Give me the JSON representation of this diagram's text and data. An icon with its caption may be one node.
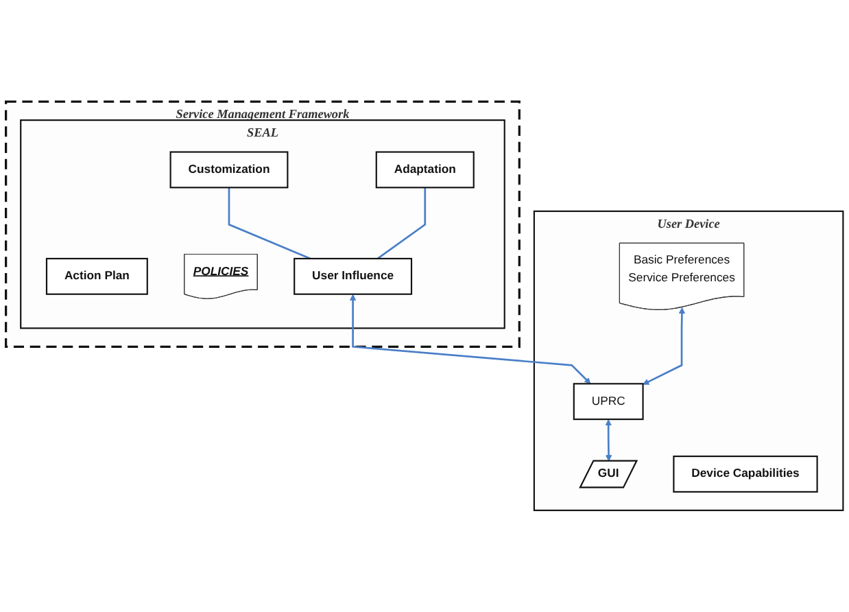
{
  "diagram": {
    "nodes": [
      {
        "text": [
          "Service Management Framework"
        ]
      },
      {
        "text": [
          "SEAL"
        ],
        "in": 0
      },
      {
        "text": [
          "Action Plan"
        ],
        "in": 1
      },
      {
        "text": [
          "POLICIES"
        ],
        "in": 1
      },
      {
        "text": [
          "Adaptation"
        ],
        "in": 1
      },
      {
        "text": [
          "Customization"
        ],
        "in": 1
      },
      {
        "text": [
          "User Influence"
        ],
        "in": 1
      },
      {
        "text": [
          "User Device"
        ]
      },
      {
        "text": [
          "Basic Preferences",
          "Service Preferences"
        ],
        "in": 7
      },
      {
        "text": [
          "UPRC"
        ],
        "in": 7
      },
      {
        "text": [
          "GUI"
        ],
        "in": 7
      },
      {
        "text": [
          "Device Capabilities"
        ],
        "in": 7
      }
    ],
    "edges": [
      {
        "from": 5,
        "to": 6,
        "arrow": "none"
      },
      {
        "from": 4,
        "to": 6,
        "arrow": "none"
      },
      {
        "from": 6,
        "to": 9,
        "arrow": "both"
      },
      {
        "from": 8,
        "to": 9,
        "arrow": "both"
      },
      {
        "from": 9,
        "to": 10,
        "arrow": "both"
      }
    ]
  }
}
